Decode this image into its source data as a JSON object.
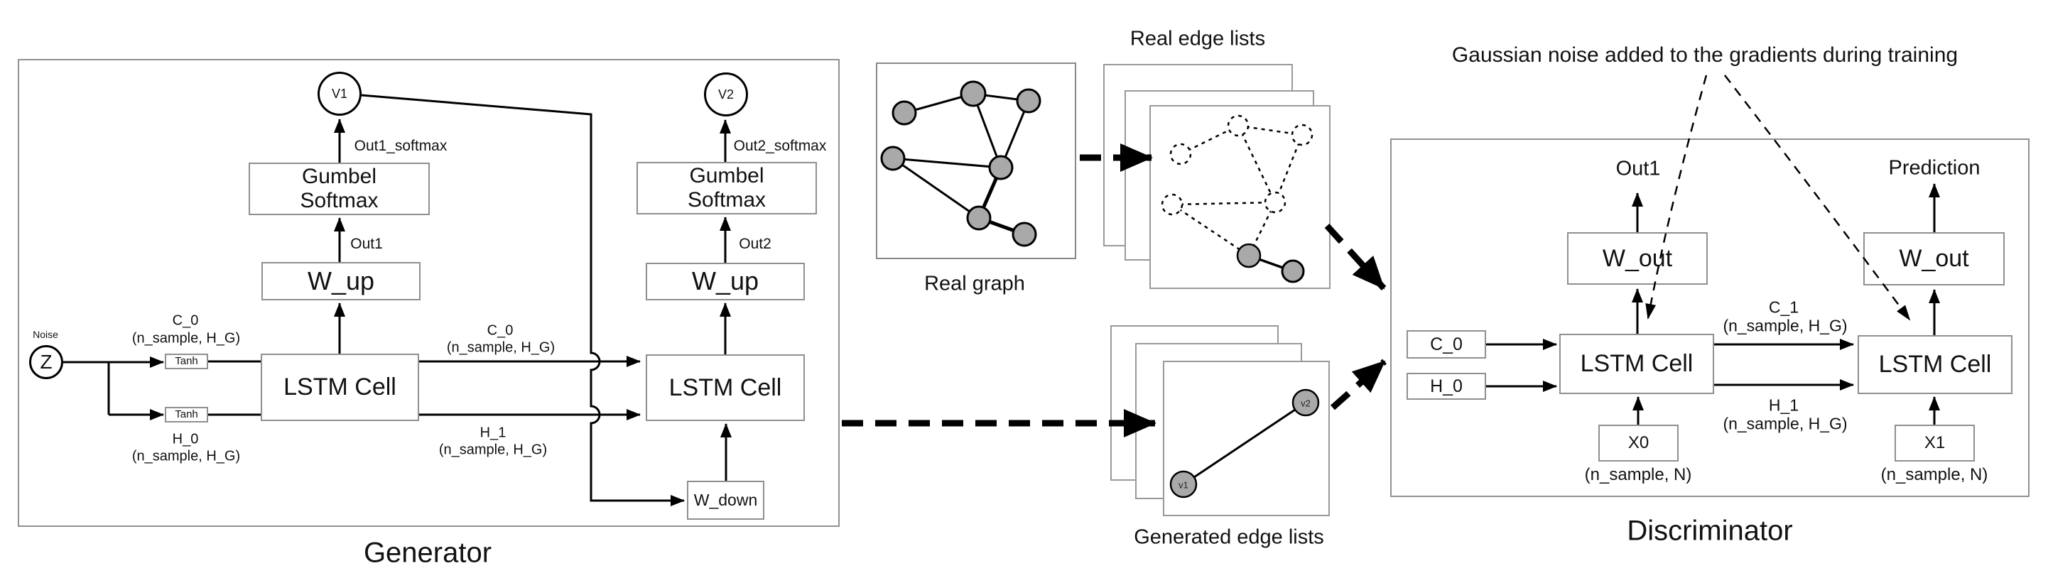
{
  "generator": {
    "title": "Generator",
    "v1": "V1",
    "v2": "V2",
    "out1_softmax": "Out1_softmax",
    "out2_softmax": "Out2_softmax",
    "out1": "Out1",
    "out2": "Out2",
    "gumbel_softmax": "Gumbel\nSoftmax",
    "w_up": "W_up",
    "w_down": "W_down",
    "lstm": "LSTM Cell",
    "noise": "Noise",
    "z": "Z",
    "tanh": "Tanh",
    "c0": "C_0",
    "h0": "H_0",
    "h1": "H_1",
    "dim_hg": "(n_sample, H_G)"
  },
  "middle": {
    "real_graph_label": "Real graph",
    "real_edge_lists_label": "Real edge lists",
    "generated_edge_lists_label": "Generated edge lists",
    "v1_node": "v1",
    "v2_node": "v2"
  },
  "discriminator": {
    "title": "Discriminator",
    "annotation": "Gaussian noise added to the gradients during training",
    "out1": "Out1",
    "prediction": "Prediction",
    "w_out": "W_out",
    "lstm": "LSTM Cell",
    "c0": "C_0",
    "h0": "H_0",
    "c1": "C_1",
    "h1": "H_1",
    "x0": "X0",
    "x1": "X1",
    "dim_hg": "(n_sample, H_G)",
    "dim_n": "(n_sample, N)"
  },
  "colors": {
    "line": "#000000",
    "box_border": "#8f8f8f",
    "node_fill": "#a9a9a9",
    "background": "#ffffff"
  }
}
